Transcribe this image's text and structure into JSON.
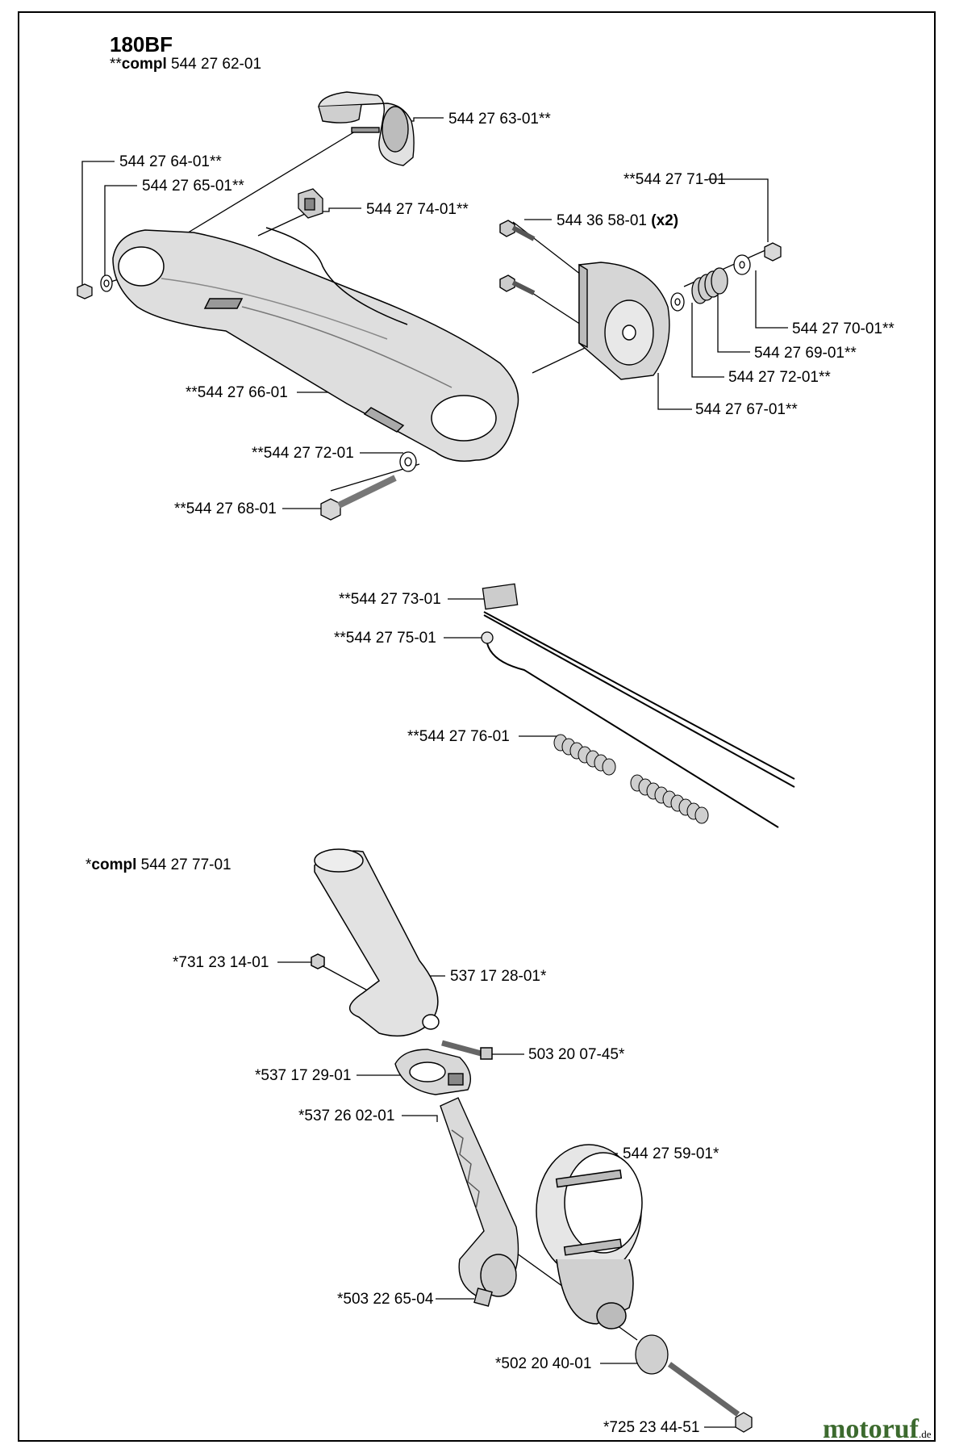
{
  "model": "180BF",
  "kits": {
    "upper": {
      "prefix": "**",
      "label": "compl",
      "number": "544 27 62-01"
    },
    "lower": {
      "prefix": "*",
      "label": "compl",
      "number": "544 27 77-01"
    }
  },
  "parts": {
    "p_63": "544 27 63-01**",
    "p_64": "544 27 64-01**",
    "p_65": "544 27 65-01**",
    "p_74": "544 27 74-01**",
    "p_71": "**544 27 71-01",
    "p_3658": "544 36 58-01",
    "p_3658_qty": "(x2)",
    "p_70": "544 27 70-01**",
    "p_69": "544 27 69-01**",
    "p_72r": "544 27 72-01**",
    "p_67": "544 27 67-01**",
    "p_66": "**544 27 66-01",
    "p_72l": "**544 27 72-01",
    "p_68": "**544 27 68-01",
    "p_73": "**544 27 73-01",
    "p_75": "**544 27 75-01",
    "p_76": "**544 27 76-01",
    "p_731": "*731 23 14-01",
    "p_537_28": "537 17 28-01*",
    "p_503_07": "503 20 07-45*",
    "p_537_29": "*537 17 29-01",
    "p_537_26": "*537 26 02-01",
    "p_544_59": "544 27 59-01*",
    "p_503_22": "*503 22 65-04",
    "p_502": "*502 20 40-01",
    "p_725": "*725 23 44-51"
  },
  "watermark": {
    "brand": "motoruf",
    "tld": ".de"
  }
}
